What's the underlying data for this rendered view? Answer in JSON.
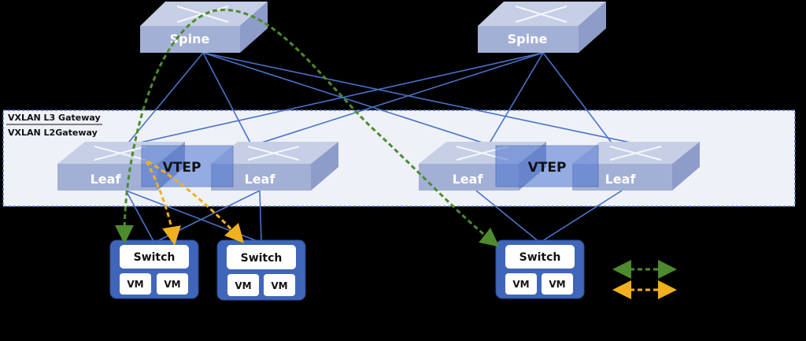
{
  "gateway_labels": {
    "l3": "VXLAN L3 Gateway",
    "l2": "VXLAN L2Gateway"
  },
  "nodes": {
    "spines": [
      {
        "label": "Spine"
      },
      {
        "label": "Spine"
      }
    ],
    "leaves": [
      {
        "label": "Leaf"
      },
      {
        "label": "Leaf"
      },
      {
        "label": "Leaf"
      },
      {
        "label": "Leaf"
      }
    ],
    "vteps": [
      {
        "label": "VTEP"
      },
      {
        "label": "VTEP"
      }
    ],
    "switch_groups": [
      {
        "switch_label": "Switch",
        "vms": [
          "VM",
          "VM"
        ]
      },
      {
        "switch_label": "Switch",
        "vms": [
          "VM",
          "VM"
        ]
      },
      {
        "switch_label": "Switch",
        "vms": [
          "VM",
          "VM"
        ]
      }
    ]
  },
  "legend": [
    {
      "color": "#4e8a2e",
      "label": ""
    },
    {
      "color": "#f2b01e",
      "label": ""
    }
  ],
  "colors": {
    "device_top": "#c6cfe6",
    "device_front": "#a3b0d6",
    "link": "#4a72c8",
    "group_fill": "#3f66b8",
    "vtep_fill": "#4b74d0",
    "green_path": "#4e8a2e",
    "yellow_path": "#f2b01e"
  }
}
